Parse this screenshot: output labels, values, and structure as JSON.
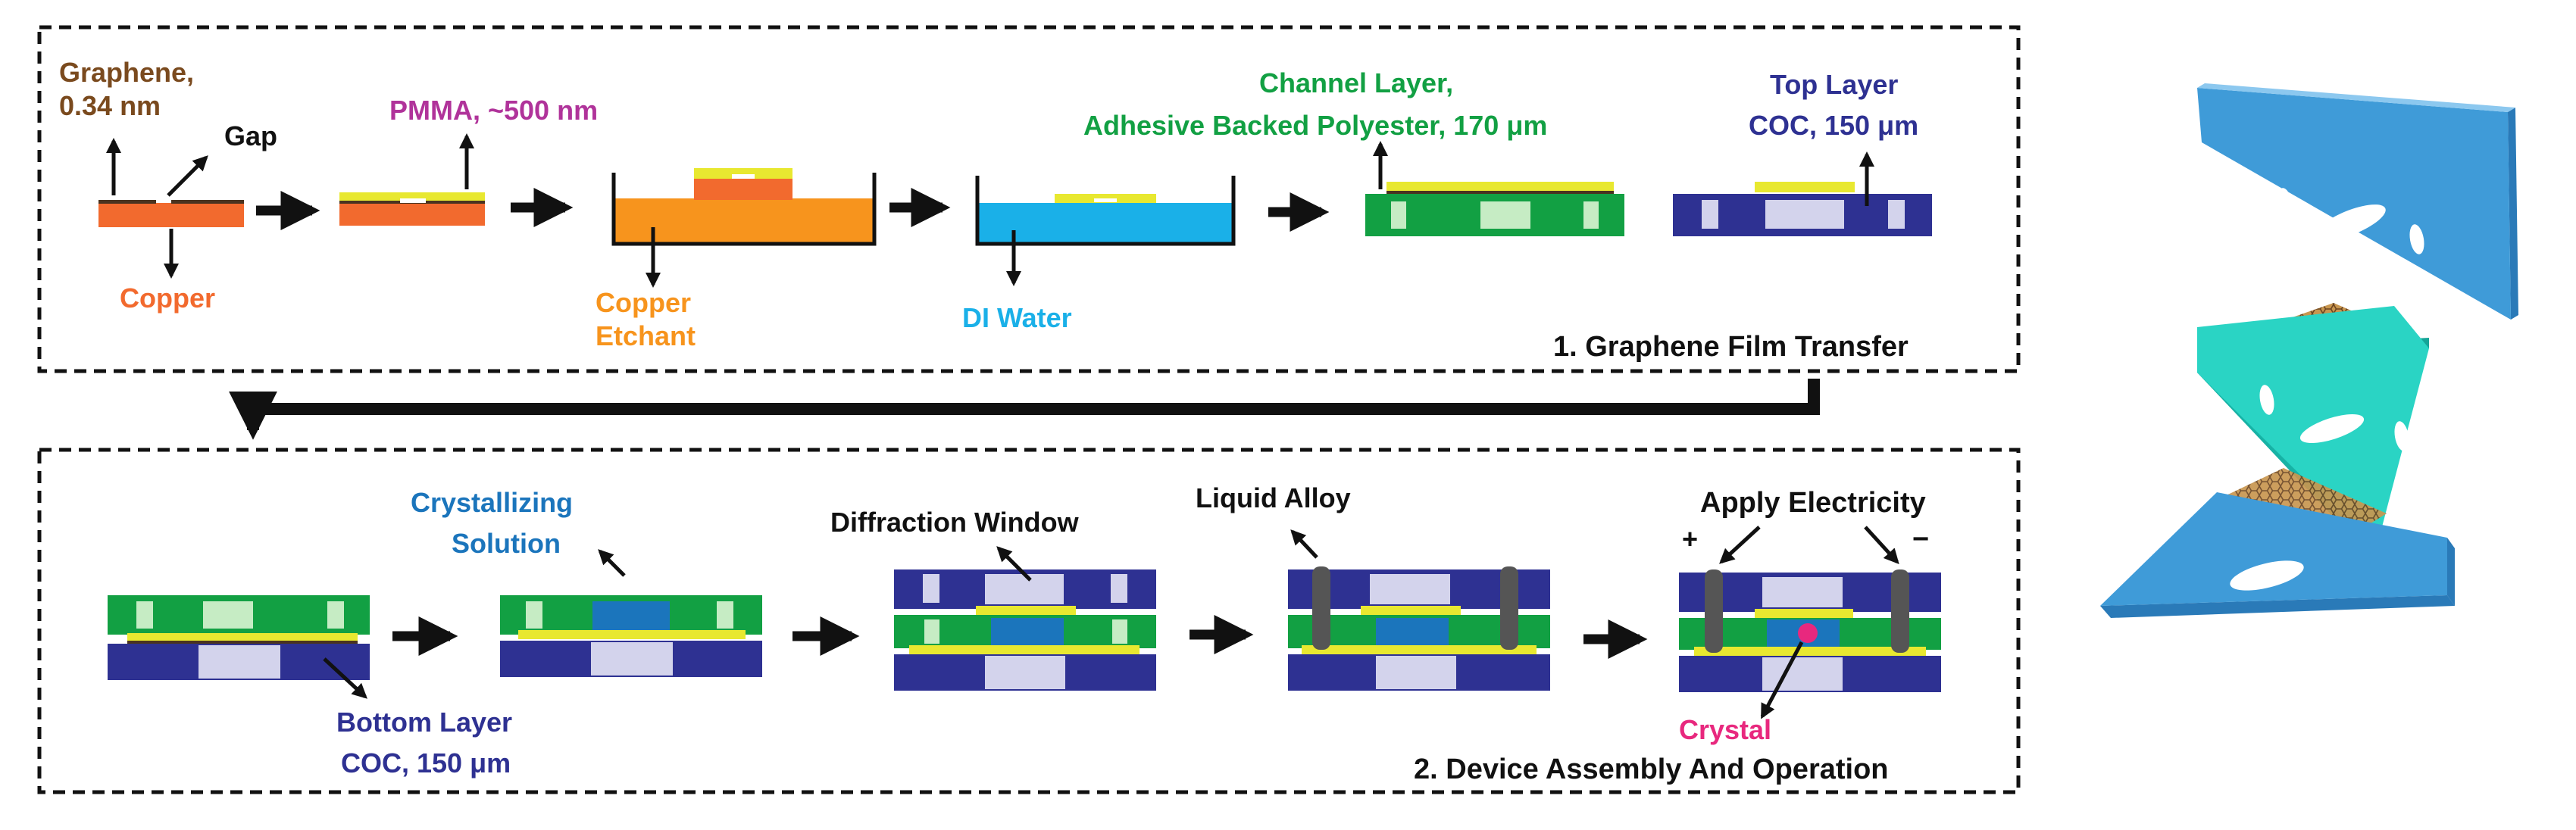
{
  "section1": {
    "title": "1. Graphene Film Transfer",
    "graphene": [
      "Graphene,",
      "0.34 nm"
    ],
    "gap": "Gap",
    "copper": "Copper",
    "pmma": "PMMA, ~500 nm",
    "copper_etchant": [
      "Copper",
      "Etchant"
    ],
    "di_water": "DI Water",
    "channel_layer": [
      "Channel Layer,",
      "Adhesive Backed Polyester, 170 μm"
    ],
    "top_layer": [
      "Top Layer",
      "COC, 150 μm"
    ]
  },
  "section2": {
    "title": "2. Device Assembly And Operation",
    "crystallizing_solution": [
      "Crystallizing",
      "Solution"
    ],
    "bottom_layer": [
      "Bottom Layer",
      "COC, 150 μm"
    ],
    "diffraction_window": "Diffraction Window",
    "liquid_alloy": "Liquid Alloy",
    "apply_electricity": "Apply Electricity",
    "plus": "+",
    "minus": "−",
    "crystal": "Crystal"
  },
  "colors": {
    "graphene_label": "#7a4a1e",
    "copper": "#f26a2e",
    "pmma_label": "#b0339a",
    "etchant": "#f7941d",
    "water": "#1ab0e8",
    "channel": "#12a043",
    "top_layer": "#2e3192",
    "window": "#d3d3ec",
    "pmma_film": "#e8e830",
    "crystal": "#e8287e",
    "solution": "#1b75bc",
    "alloy": "#555555",
    "plate_blue": "#3f9bd8",
    "plate_teal": "#2ad4c4",
    "lattice": "#c8964f"
  }
}
